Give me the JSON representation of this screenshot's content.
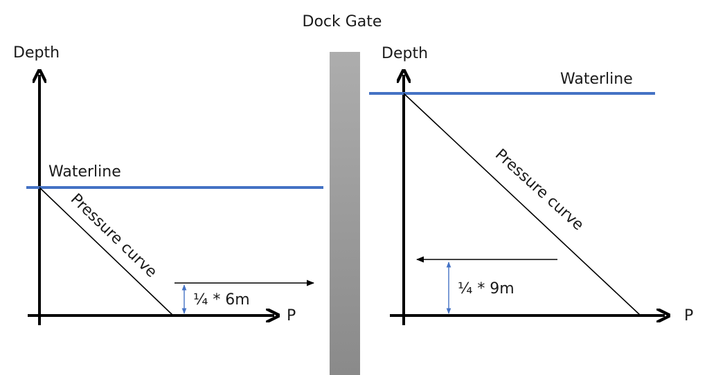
{
  "title": "Dock Gate",
  "left_panel": {
    "y_axis_label": "Depth",
    "x_axis_label": "P",
    "waterline_label": "Waterline",
    "curve_label": "Pressure curve",
    "dimension_label": "¼ * 6m"
  },
  "right_panel": {
    "y_axis_label": "Depth",
    "x_axis_label": "P",
    "waterline_label": "Waterline",
    "curve_label": "Pressure curve",
    "dimension_label": "¼ * 9m"
  },
  "colors": {
    "waterline": "#4472c4",
    "dimension_arrow": "#4472c4",
    "gate_gradient_top": "#adadad",
    "gate_gradient_bottom": "#8a8a8a",
    "axes": "#000000"
  }
}
